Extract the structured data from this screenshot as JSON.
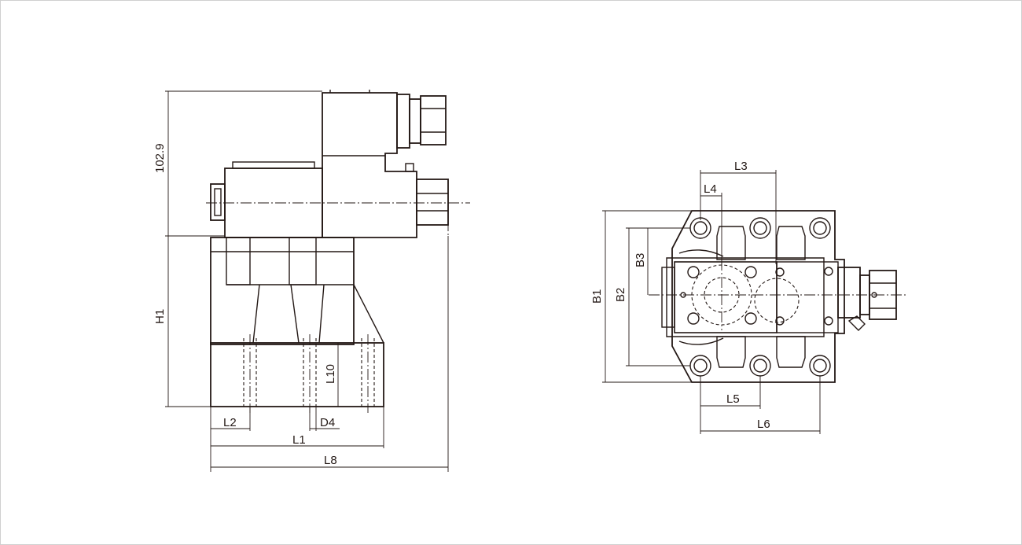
{
  "labels": {
    "h_top": "102.9",
    "h1": "H1",
    "l10": "L10",
    "l2": "L2",
    "d4": "D4",
    "l1": "L1",
    "l8": "L8",
    "l3": "L3",
    "l4": "L4",
    "b3": "B3",
    "b1": "B1",
    "b2": "B2",
    "l5": "L5",
    "l6": "L6"
  },
  "colors": {
    "line": "#231815",
    "background": "#ffffff",
    "frame": "#cfcfcf"
  }
}
